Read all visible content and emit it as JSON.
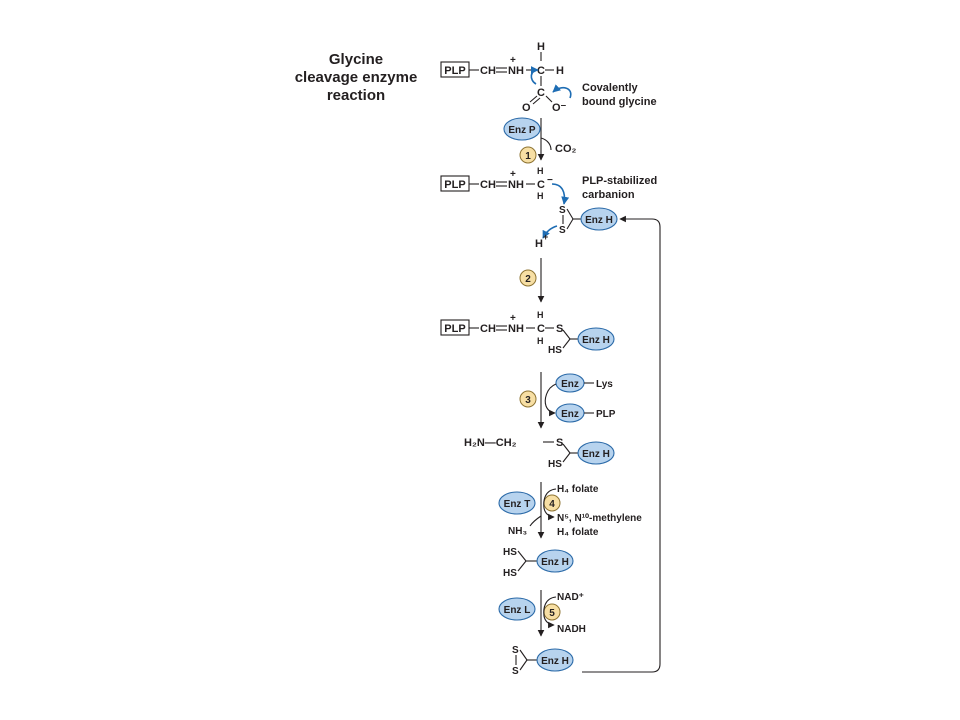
{
  "title": {
    "line1": "Glycine",
    "line2": "cleavage enzyme",
    "line3": "reaction"
  },
  "labels": {
    "covalently_1": "Covalently",
    "covalently_2": "bound glycine",
    "carbanion_1": "PLP-stabilized",
    "carbanion_2": "carbanion"
  },
  "enzymes": {
    "enz_p": "Enz P",
    "enz_h": "Enz H",
    "enz": "Enz",
    "enz_t": "Enz T",
    "enz_l": "Enz L"
  },
  "steps": {
    "s1": "1",
    "s2": "2",
    "s3": "3",
    "s4": "4",
    "s5": "5"
  },
  "molecules": {
    "plp": "PLP",
    "ch": "CH",
    "nh": "NH",
    "c": "C",
    "h": "H",
    "o": "O",
    "o_minus": "O⁻",
    "s": "S",
    "hs": "HS",
    "plus": "+",
    "minus": "−",
    "co2": "CO₂",
    "lys": "Lys",
    "h2n_ch2": "H₂N—CH₂",
    "h4folate": "H₄ folate",
    "methylene_1": "N⁵, N¹⁰-methylene",
    "nh3": "NH₃",
    "nad": "NAD⁺",
    "nadh": "NADH"
  },
  "colors": {
    "enzyme_fill": "#b7d3ee",
    "enzyme_stroke": "#2b6aa8",
    "step_fill": "#f7dfa4",
    "electron_arrow": "#1e6db4"
  }
}
